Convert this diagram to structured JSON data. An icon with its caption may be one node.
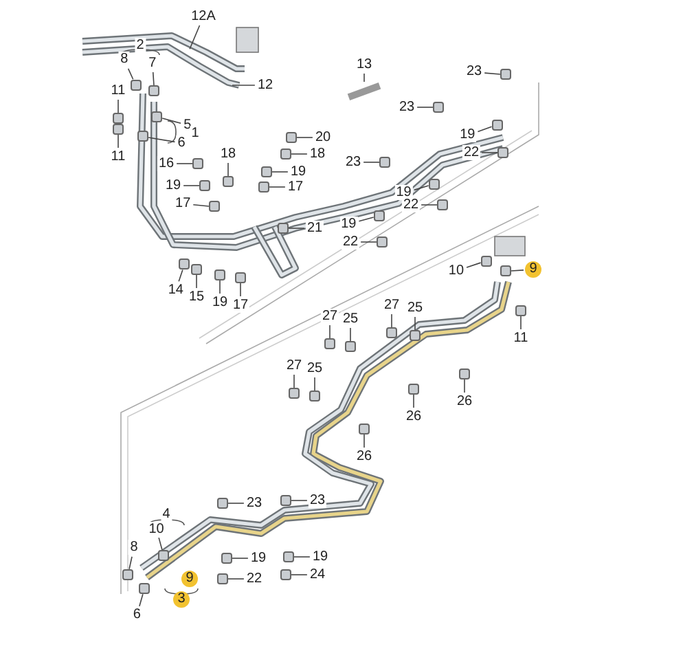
{
  "diagram": {
    "nodes": [
      {
        "text": [
          "12A"
        ]
      },
      {
        "text": [
          "2"
        ]
      },
      {
        "text": [
          "8"
        ]
      },
      {
        "text": [
          "7"
        ]
      },
      {
        "text": [
          "23"
        ]
      },
      {
        "text": [
          "13"
        ]
      },
      {
        "text": [
          "12"
        ]
      },
      {
        "text": [
          "11"
        ]
      },
      {
        "text": [
          "23"
        ]
      },
      {
        "text": [
          "5"
        ]
      },
      {
        "text": [
          "1"
        ]
      },
      {
        "text": [
          "19"
        ]
      },
      {
        "text": [
          "20"
        ]
      },
      {
        "text": [
          "6"
        ]
      },
      {
        "text": [
          "11"
        ]
      },
      {
        "text": [
          "22"
        ]
      },
      {
        "text": [
          "18"
        ]
      },
      {
        "text": [
          "23"
        ]
      },
      {
        "text": [
          "16"
        ]
      },
      {
        "text": [
          "18"
        ]
      },
      {
        "text": [
          "19"
        ]
      },
      {
        "text": [
          "19"
        ]
      },
      {
        "text": [
          "17"
        ]
      },
      {
        "text": [
          "19"
        ]
      },
      {
        "text": [
          "22"
        ]
      },
      {
        "text": [
          "17"
        ]
      },
      {
        "text": [
          "19"
        ]
      },
      {
        "text": [
          "21"
        ]
      },
      {
        "text": [
          "22"
        ]
      },
      {
        "text": [
          "10"
        ]
      },
      {
        "text": [
          "9"
        ]
      },
      {
        "text": [
          "14"
        ]
      },
      {
        "text": [
          "15"
        ]
      },
      {
        "text": [
          "19"
        ]
      },
      {
        "text": [
          "17"
        ]
      },
      {
        "text": [
          "27"
        ]
      },
      {
        "text": [
          "25"
        ]
      },
      {
        "text": [
          "27"
        ]
      },
      {
        "text": [
          "25"
        ]
      },
      {
        "text": [
          "11"
        ]
      },
      {
        "text": [
          "27"
        ]
      },
      {
        "text": [
          "25"
        ]
      },
      {
        "text": [
          "26"
        ]
      },
      {
        "text": [
          "26"
        ]
      },
      {
        "text": [
          "26"
        ]
      },
      {
        "text": [
          "23"
        ]
      },
      {
        "text": [
          "23"
        ]
      },
      {
        "text": [
          "4"
        ]
      },
      {
        "text": [
          "10"
        ]
      },
      {
        "text": [
          "8"
        ]
      },
      {
        "text": [
          "19"
        ]
      },
      {
        "text": [
          "19"
        ]
      },
      {
        "text": [
          "24"
        ]
      },
      {
        "text": [
          "22"
        ]
      },
      {
        "text": [
          "9"
        ]
      },
      {
        "text": [
          "3"
        ]
      },
      {
        "text": [
          "6"
        ]
      },
      {
        "text": [],
        "shape": "box"
      },
      {
        "text": [],
        "shape": "box"
      },
      {
        "text": [],
        "shape": "box"
      },
      {
        "text": [],
        "shape": "bar"
      },
      {
        "text": [],
        "shape": "box"
      },
      {
        "text": [],
        "shape": "box"
      },
      {
        "text": [],
        "shape": "box"
      },
      {
        "text": [],
        "shape": "box"
      },
      {
        "text": [],
        "shape": "box"
      },
      {
        "text": [],
        "shape": "box"
      },
      {
        "text": [],
        "shape": "box"
      },
      {
        "text": [],
        "shape": "box"
      },
      {
        "text": [],
        "shape": "box"
      },
      {
        "text": [],
        "shape": "box"
      },
      {
        "text": [],
        "shape": "box"
      },
      {
        "text": [],
        "shape": "box"
      },
      {
        "text": [],
        "shape": "box"
      },
      {
        "text": [],
        "shape": "box"
      },
      {
        "text": [],
        "shape": "box"
      },
      {
        "text": [],
        "shape": "box"
      },
      {
        "text": [],
        "shape": "box"
      },
      {
        "text": [],
        "shape": "box"
      },
      {
        "text": [],
        "shape": "box"
      },
      {
        "text": [],
        "shape": "box"
      },
      {
        "text": [],
        "shape": "box"
      },
      {
        "text": [],
        "shape": "box"
      },
      {
        "text": [],
        "shape": "box"
      },
      {
        "text": [],
        "shape": "box"
      },
      {
        "text": [],
        "shape": "box"
      },
      {
        "text": [],
        "shape": "box"
      },
      {
        "text": [],
        "shape": "box"
      },
      {
        "text": [],
        "shape": "box"
      },
      {
        "text": [],
        "shape": "box"
      },
      {
        "text": [],
        "shape": "box"
      },
      {
        "text": [],
        "shape": "box"
      },
      {
        "text": [],
        "shape": "box"
      },
      {
        "text": [],
        "shape": "box"
      },
      {
        "text": [],
        "shape": "box"
      },
      {
        "text": [],
        "shape": "box"
      },
      {
        "text": [],
        "shape": "box"
      },
      {
        "text": [],
        "shape": "box"
      },
      {
        "text": [],
        "shape": "box"
      },
      {
        "text": [],
        "shape": "box"
      },
      {
        "text": [],
        "shape": "box"
      },
      {
        "text": [],
        "shape": "box"
      },
      {
        "text": [],
        "shape": "box"
      },
      {
        "text": [],
        "shape": "box"
      },
      {
        "text": [],
        "shape": "box"
      },
      {
        "text": [],
        "shape": "box"
      },
      {
        "text": [],
        "shape": "box"
      }
    ],
    "edges": [
      {
        "from": 0,
        "to": null,
        "arrow": "none"
      },
      {
        "from": 2,
        "to": 57,
        "arrow": "none"
      },
      {
        "from": 3,
        "to": 58,
        "arrow": "none"
      },
      {
        "from": 4,
        "to": 59,
        "arrow": "none"
      },
      {
        "from": 5,
        "to": 60,
        "arrow": "none"
      },
      {
        "from": 6,
        "to": null,
        "arrow": "none"
      },
      {
        "from": 7,
        "to": 62,
        "arrow": "none"
      },
      {
        "from": 8,
        "to": 63,
        "arrow": "none"
      },
      {
        "from": 9,
        "to": 64,
        "arrow": "none"
      },
      {
        "from": 11,
        "to": 65,
        "arrow": "none"
      },
      {
        "from": 12,
        "to": 66,
        "arrow": "none"
      },
      {
        "from": 13,
        "to": 67,
        "arrow": "none"
      },
      {
        "from": 14,
        "to": 68,
        "arrow": "none"
      },
      {
        "from": 15,
        "to": 69,
        "arrow": "none"
      },
      {
        "from": 16,
        "to": 70,
        "arrow": "none"
      },
      {
        "from": 17,
        "to": 71,
        "arrow": "none"
      },
      {
        "from": 18,
        "to": 72,
        "arrow": "none"
      },
      {
        "from": 19,
        "to": 73,
        "arrow": "none"
      },
      {
        "from": 20,
        "to": 74,
        "arrow": "none"
      },
      {
        "from": 21,
        "to": 75,
        "arrow": "none"
      },
      {
        "from": 22,
        "to": 76,
        "arrow": "none"
      },
      {
        "from": 23,
        "to": 77,
        "arrow": "none"
      },
      {
        "from": 24,
        "to": 78,
        "arrow": "none"
      },
      {
        "from": 25,
        "to": 79,
        "arrow": "none"
      },
      {
        "from": 26,
        "to": 80,
        "arrow": "none"
      },
      {
        "from": 27,
        "to": 81,
        "arrow": "none"
      },
      {
        "from": 28,
        "to": 82,
        "arrow": "none"
      },
      {
        "from": 29,
        "to": 83,
        "arrow": "none"
      },
      {
        "from": 30,
        "to": 84,
        "arrow": "none"
      },
      {
        "from": 31,
        "to": 85,
        "arrow": "none"
      },
      {
        "from": 32,
        "to": 86,
        "arrow": "none"
      },
      {
        "from": 33,
        "to": 87,
        "arrow": "none"
      },
      {
        "from": 34,
        "to": 88,
        "arrow": "none"
      },
      {
        "from": 35,
        "to": 89,
        "arrow": "none"
      },
      {
        "from": 36,
        "to": 90,
        "arrow": "none"
      },
      {
        "from": 37,
        "to": 91,
        "arrow": "none"
      },
      {
        "from": 38,
        "to": 92,
        "arrow": "none"
      },
      {
        "from": 39,
        "to": 93,
        "arrow": "none"
      },
      {
        "from": 40,
        "to": 94,
        "arrow": "none"
      },
      {
        "from": 41,
        "to": 95,
        "arrow": "none"
      },
      {
        "from": 42,
        "to": 96,
        "arrow": "none"
      },
      {
        "from": 43,
        "to": 97,
        "arrow": "none"
      },
      {
        "from": 44,
        "to": 98,
        "arrow": "none"
      },
      {
        "from": 45,
        "to": 99,
        "arrow": "none"
      },
      {
        "from": 46,
        "to": 100,
        "arrow": "none"
      },
      {
        "from": 48,
        "to": 101,
        "arrow": "none"
      },
      {
        "from": 49,
        "to": 102,
        "arrow": "none"
      },
      {
        "from": 50,
        "to": 103,
        "arrow": "none"
      },
      {
        "from": 51,
        "to": 104,
        "arrow": "none"
      },
      {
        "from": 52,
        "to": 105,
        "arrow": "none"
      },
      {
        "from": 53,
        "to": 106,
        "arrow": "none"
      },
      {
        "from": 56,
        "to": 61,
        "arrow": "none"
      }
    ]
  }
}
